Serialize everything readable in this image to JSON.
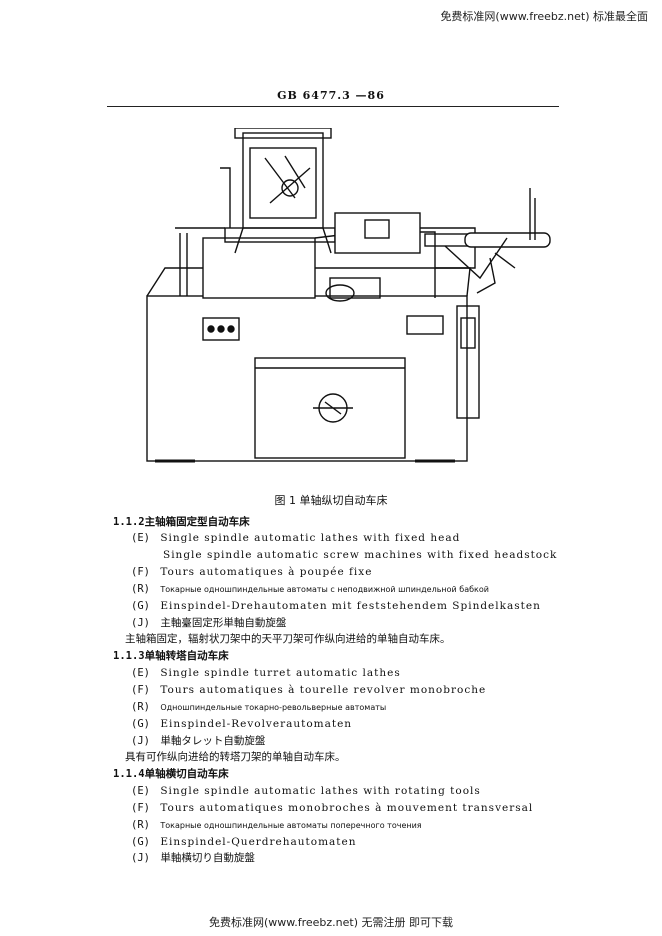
{
  "header": {
    "banner": "免费标准网(www.freebz.net) 标准最全面",
    "standard_number": "GB 6477.3 —86"
  },
  "figure": {
    "caption": "图 1   单轴纵切自动车床"
  },
  "sections": [
    {
      "number": "1.1.2",
      "title": "主轴箱固定型自动车床",
      "entries": [
        {
          "tag": "(E)",
          "text": "Single spindle automatic lathes with fixed head",
          "cont": "Single spindle automatic screw machines with fixed headstock"
        },
        {
          "tag": "(F)",
          "text": "Tours automatiques à poupée fixe"
        },
        {
          "tag": "(R)",
          "text": "Токарные одношпиндельные автоматы с неподвижной шпиндельной бабкой"
        },
        {
          "tag": "(G)",
          "text": "Einspindel-Drehautomaten mit feststehendem Spindelkasten"
        },
        {
          "tag": "(J)",
          "text": "主軸臺固定形単軸自動旋盤"
        }
      ],
      "description": "主轴箱固定，辐射状刀架中的天平刀架可作纵向进给的单轴自动车床。"
    },
    {
      "number": "1.1.3",
      "title": "单轴转塔自动车床",
      "entries": [
        {
          "tag": "(E)",
          "text": "Single spindle turret automatic lathes"
        },
        {
          "tag": "(F)",
          "text": "Tours automatiques  à tourelle revolver monobroche"
        },
        {
          "tag": "(R)",
          "text": "Одношпиндельные токарно-револьверные автоматы"
        },
        {
          "tag": "(G)",
          "text": "Einspindel-Revolverautomaten"
        },
        {
          "tag": "(J)",
          "text": "単軸タレット自動旋盤"
        }
      ],
      "description": "具有可作纵向进给的转塔刀架的单轴自动车床。"
    },
    {
      "number": "1.1.4",
      "title": "单轴横切自动车床",
      "entries": [
        {
          "tag": "(E)",
          "text": "Single spindle automatic lathes with rotating tools"
        },
        {
          "tag": "(F)",
          "text": "Tours automatiques monobroches à mouvement transversal"
        },
        {
          "tag": "(R)",
          "text": "Токарные одношпиндельные автоматы поперечного точения"
        },
        {
          "tag": "(G)",
          "text": "Einspindel-Querdrehautomaten"
        },
        {
          "tag": "(J)",
          "text": "単軸横切り自動旋盤"
        }
      ]
    }
  ],
  "footer": {
    "banner": "免费标准网(www.freebz.net) 无需注册 即可下载"
  }
}
